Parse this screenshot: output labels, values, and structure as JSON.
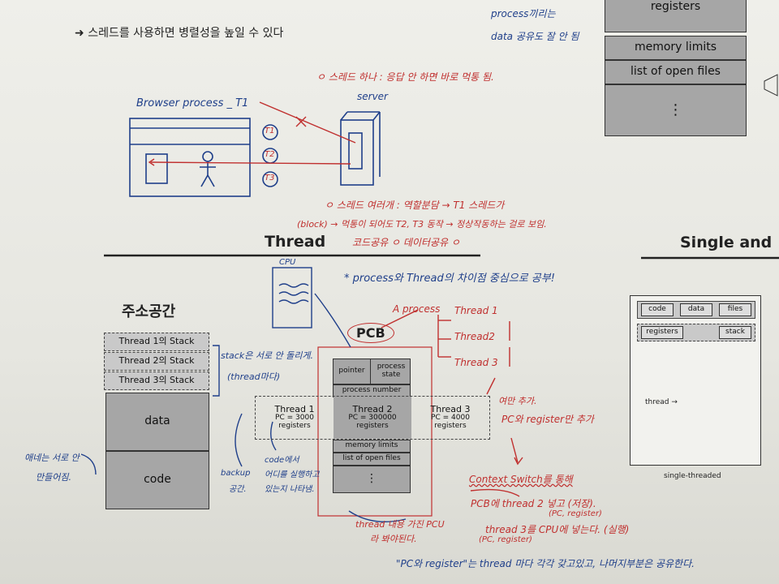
{
  "photo": {
    "top_bullet": "스레드를 사용하면 병렬성을 높일 수 있다",
    "top_right_note": [
      "process끼리는",
      "data 공유도 잘 안 됨"
    ],
    "proc_box_top": {
      "registers": "registers",
      "memory_limits": "memory limits",
      "open_files": "list of open files",
      "dots": "⋮"
    },
    "browser": {
      "title": "Browser process _ T1",
      "server": "server",
      "threads": [
        "T1",
        "T2",
        "T3"
      ],
      "note_single": "ㅇ 스레드 하나 : 응답 안 하면 바로 먹통 됨.",
      "note_multi": "ㅇ 스레드 여러개 : 역할분담 → T1 스레드가",
      "note_block": "(block) → 먹통이 되어도 T2, T3 동작 → 정상작동하는 걸로 보임.",
      "note_share": "코드공유 ㅇ  데이터공유 ㅇ"
    },
    "headings": {
      "thread": "Thread",
      "single_and": "Single and"
    },
    "cpu_label": "CPU",
    "star_note": "* process와 Thread의 차이점 중심으로 공부!",
    "address_space": {
      "title": "주소공간",
      "stacks": [
        "Thread 1의 Stack",
        "Thread 2의 Stack",
        "Thread 3의 Stack"
      ],
      "data": "data",
      "code": "code",
      "stack_note": [
        "stack은 서로 안 돌리게.",
        "(thread마다)"
      ],
      "left_note": [
        "애네는 서로 안",
        "만들어짐."
      ],
      "backup_note": [
        "backup",
        "공간."
      ],
      "code_note": [
        "code에서",
        "어디를 실행하고",
        "있는지 나타냄."
      ]
    },
    "pcb": {
      "label": "PCB",
      "pointer": "pointer",
      "process_state": "process state",
      "process_number": "process number",
      "memory_limits": "memory limits",
      "open_files": "list of open files",
      "dots": "⋮",
      "threads": [
        {
          "name": "Thread 1",
          "pc": "PC = 3000",
          "reg": "registers"
        },
        {
          "name": "Thread 2",
          "pc": "PC = 300000",
          "reg": "registers"
        },
        {
          "name": "Thread 3",
          "pc": "PC = 4000",
          "reg": "registers"
        }
      ],
      "bottom_note": [
        "thread 내용 가진 PCU",
        "라 봐야된다."
      ]
    },
    "tree": {
      "root": "A process",
      "leaves": [
        "Thread 1",
        "Thread2",
        "Thread 3"
      ]
    },
    "right_notes": [
      "여만 추가.",
      "PC와 register만 추가",
      "Context Switch를 통해",
      "PCB에 thread 2 넣고 (저장).",
      "(PC, register)",
      "thread 3를 CPU에 넣는다. (실행)",
      "(PC, register)"
    ],
    "bottom_note": "\"PC와 register\"는 thread 마다 각각 갖고있고, 나머지부분은 공유한다.",
    "single_threaded": {
      "code": "code",
      "data": "data",
      "files": "files",
      "registers": "registers",
      "stack": "stack",
      "thread": "thread →",
      "caption": "single-threaded"
    },
    "colors": {
      "ink_blue": "#1f3f8a",
      "ink_red": "#c0302f",
      "box_gray": "#a6a6a6",
      "paper": "#ebebe6"
    }
  }
}
